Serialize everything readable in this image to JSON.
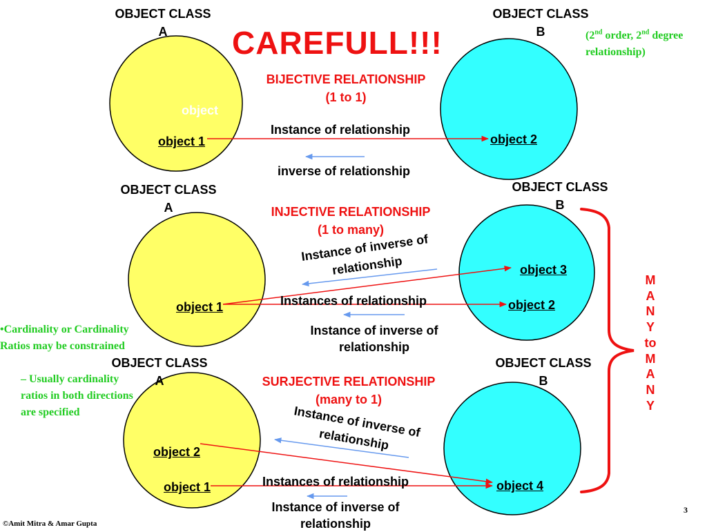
{
  "title": "CAREFULL!!!",
  "note": {
    "p1": "(2",
    "s1": "nd",
    "p2": " order, 2",
    "s2": "nd",
    "p3": " degree relationship)"
  },
  "cardinality": {
    "bullet": "•Cardinality or Cardinality Ratios may be constrained",
    "sub": "– Usually cardinality ratios in both directions are specified"
  },
  "sections": [
    {
      "class_a_line1": "OBJECT CLASS",
      "class_a_line2": "A",
      "class_b_line1": "OBJECT CLASS",
      "class_b_line2": "B",
      "relationship": "BIJECTIVE RELATIONSHIP",
      "ratio": "(1 to 1)",
      "forward_label": "Instance of relationship",
      "inverse_label": "inverse of relationship",
      "inner_label": "object",
      "a_objects": [
        "object 1"
      ],
      "b_objects": [
        "object 2"
      ]
    },
    {
      "class_a_line1": "OBJECT CLASS",
      "class_a_line2": "A",
      "class_b_line1": "OBJECT CLASS",
      "class_b_line2": "B",
      "relationship": "INJECTIVE RELATIONSHIP",
      "ratio": "(1 to many)",
      "inverse_rotated_line1": "Instance of inverse of",
      "inverse_rotated_line2": "relationship",
      "forward_label": "Instances of relationship",
      "inverse_line1": "Instance of inverse of",
      "inverse_line2": "relationship",
      "a_objects": [
        "object 1"
      ],
      "b_objects": [
        "object 3",
        "object 2"
      ]
    },
    {
      "class_a_line1": "OBJECT CLASS",
      "class_a_line2": "A",
      "class_b_line1": "OBJECT CLASS",
      "class_b_line2": "B",
      "relationship": "SURJECTIVE RELATIONSHIP",
      "ratio": "(many to 1)",
      "inverse_rotated_line1": "Instance of inverse of",
      "inverse_rotated_line2": "relationship",
      "forward_label": "Instances of relationship",
      "inverse_line1": "Instance of inverse of",
      "inverse_line2": "relationship",
      "a_objects": [
        "object 2",
        "object 1"
      ],
      "b_objects": [
        "object 4"
      ]
    }
  ],
  "many_to_many": [
    "M",
    "A",
    "N",
    "Y",
    "to",
    "M",
    "A",
    "N",
    "Y"
  ],
  "footer": {
    "credit": "©Amit Mitra & Amar Gupta",
    "page": "3"
  },
  "colors": {
    "class_a": "#ffff66",
    "class_b": "#33ffff",
    "forward_arrow": "#ee1111",
    "inverse_arrow": "#6699ee",
    "accent_red": "#ee1111",
    "accent_green": "#22cc22"
  }
}
